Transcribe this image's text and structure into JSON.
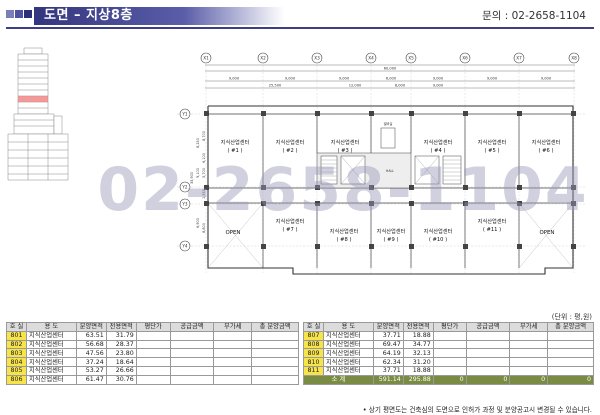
{
  "header": {
    "title": "도면 – 지상8층",
    "contact": "문의 : 02-2658-1104"
  },
  "watermark": "02-2658-1104",
  "plan": {
    "axis_top": [
      "X1",
      "X2",
      "X3",
      "X4",
      "X5",
      "X6",
      "X7",
      "X8"
    ],
    "axis_left": [
      "Y1",
      "Y2",
      "Y3",
      "Y4"
    ],
    "total_dim": "60,000",
    "dims_top": [
      "9,000",
      "9,000",
      "9,000",
      "6,000",
      "9,000",
      "9,000",
      "9,000"
    ],
    "dims_sub": [
      "25,500",
      "12,000",
      "8,000",
      "9,000"
    ],
    "dims_left": [
      "8,700",
      "6,100",
      "5,700",
      "1,550",
      "8,250",
      "9,100",
      "6,900",
      "8,800"
    ],
    "left_total": "35,900",
    "units_top": [
      {
        "name": "지식산업센터",
        "num": "( #1 )"
      },
      {
        "name": "지식산업센터",
        "num": "( #2 )"
      },
      {
        "name": "지식산업센터",
        "num": "( #3 )"
      },
      {
        "name": "지식산업센터",
        "num": "( #4 )"
      },
      {
        "name": "지식산업센터",
        "num": "( #5 )"
      },
      {
        "name": "지식산업센터",
        "num": "( #6 )"
      }
    ],
    "units_bottom": [
      {
        "name": "지식산업센터",
        "num": "( #7 )"
      },
      {
        "name": "지식산업센터",
        "num": "( #8 )"
      },
      {
        "name": "지식산업센터",
        "num": "( #9 )"
      },
      {
        "name": "지식산업센터",
        "num": "( #10 )"
      },
      {
        "name": "지식산업센터",
        "num": "( #11 )"
      }
    ],
    "open_left": "OPEN",
    "open_right": "OPEN",
    "hall_label": "HALL",
    "service_label": "설비실"
  },
  "unit_note": "(단위 : 평,원)",
  "table": {
    "headers": [
      "호 실",
      "용 도",
      "분양면적",
      "전용면적",
      "평단가",
      "공급금액",
      "부가세",
      "총 분양금액"
    ],
    "left_rows": [
      [
        "801",
        "지식산업센터",
        "63.51",
        "31.79",
        "",
        "",
        "",
        ""
      ],
      [
        "802",
        "지식산업센터",
        "56.68",
        "28.37",
        "",
        "",
        "",
        ""
      ],
      [
        "803",
        "지식산업센터",
        "47.56",
        "23.80",
        "",
        "",
        "",
        ""
      ],
      [
        "804",
        "지식산업센터",
        "37.24",
        "18.64",
        "",
        "",
        "",
        ""
      ],
      [
        "805",
        "지식산업센터",
        "53.27",
        "26.66",
        "",
        "",
        "",
        ""
      ],
      [
        "806",
        "지식산업센터",
        "61.47",
        "30.76",
        "",
        "",
        "",
        ""
      ]
    ],
    "right_rows": [
      [
        "807",
        "지식산업센터",
        "37.71",
        "18.88",
        "",
        "",
        "",
        ""
      ],
      [
        "808",
        "지식산업센터",
        "69.47",
        "34.77",
        "",
        "",
        "",
        ""
      ],
      [
        "809",
        "지식산업센터",
        "64.19",
        "32.13",
        "",
        "",
        "",
        ""
      ],
      [
        "810",
        "지식산업센터",
        "62.34",
        "31.20",
        "",
        "",
        "",
        ""
      ],
      [
        "811",
        "지식산업센터",
        "37.71",
        "18.88",
        "",
        "",
        "",
        ""
      ]
    ],
    "subtotal": [
      "소 계",
      "",
      "591.14",
      "295.88",
      "0",
      "0",
      "0",
      "0"
    ]
  },
  "footnote": "• 상기 평면도는 건축심의 도면으로 인허가 과정 및 분양공고시  변경될 수 있습니다."
}
